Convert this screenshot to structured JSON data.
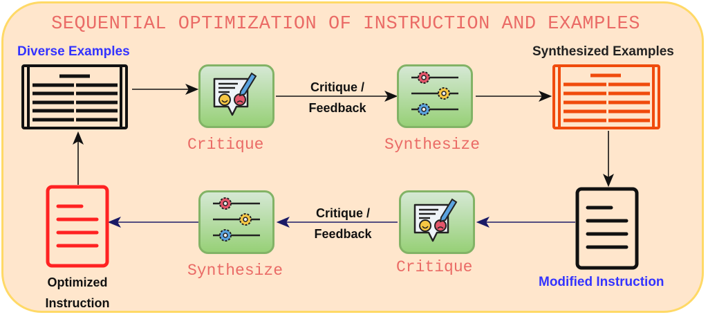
{
  "title": "SEQUENTIAL OPTIMIZATION OF INSTRUCTION AND EXAMPLES",
  "colors": {
    "background": "#ffe6cc",
    "border": "#ffd966",
    "title": "#ea6b66",
    "node_fill_top": "#d5e8d4",
    "node_fill_bottom": "#97d077",
    "node_border": "#82b366",
    "blue_label": "#3333ff",
    "synth_examples": "#f04b0c",
    "optimized_instruction": "#ff2222",
    "bottom_arrows": "#1a1a66"
  },
  "nodes": {
    "diverse_examples": {
      "label": "Diverse Examples",
      "icon": "table-document-icon"
    },
    "critique_top": {
      "label": "Critique",
      "icon": "critique-feedback-icon"
    },
    "synthesize_top": {
      "label": "Synthesize",
      "icon": "settings-sliders-icon"
    },
    "synthesized_examples": {
      "label": "Synthesized Examples",
      "icon": "table-document-icon"
    },
    "modified_instruction": {
      "label": "Modified Instruction",
      "icon": "document-icon"
    },
    "critique_bottom": {
      "label": "Critique",
      "icon": "critique-feedback-icon"
    },
    "synthesize_bottom": {
      "label": "Synthesize",
      "icon": "settings-sliders-icon"
    },
    "optimized_instruction": {
      "label_line1": "Optimized",
      "label_line2": "Instruction",
      "icon": "document-icon"
    }
  },
  "edges": {
    "top_feedback": {
      "line1": "Critique /",
      "line2": "Feedback"
    },
    "bottom_feedback": {
      "line1": "Critique /",
      "line2": "Feedback"
    }
  }
}
